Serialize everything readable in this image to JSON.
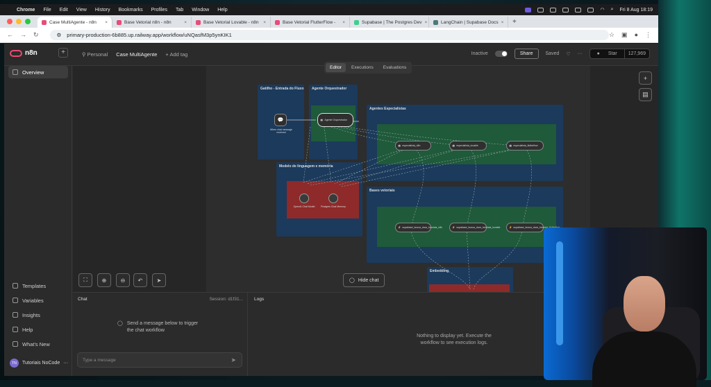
{
  "menubar": {
    "items": [
      "Chrome",
      "File",
      "Edit",
      "View",
      "History",
      "Bookmarks",
      "Profiles",
      "Tab",
      "Window",
      "Help"
    ],
    "clock": "Fri 8 Aug  18:19"
  },
  "browser": {
    "tabs": [
      {
        "label": "Case MultiAgente - n8n",
        "active": true,
        "icon": "n8n-icon"
      },
      {
        "label": "Base Vetorial n8n - n8n",
        "active": false,
        "icon": "n8n-icon"
      },
      {
        "label": "Base Vetorial Lovable - n8n",
        "active": false,
        "icon": "n8n-icon"
      },
      {
        "label": "Base Vetorial FlutterFlow -",
        "active": false,
        "icon": "n8n-icon"
      },
      {
        "label": "Supabase | The Postgres Dev",
        "active": false,
        "icon": "supabase-icon"
      },
      {
        "label": "LangChain | Supabase Docs",
        "active": false,
        "icon": "langchain-icon"
      }
    ],
    "url": "primary-production-6b885.up.railway.app/workflow/uNQasfM3p5ynKIK1"
  },
  "app": {
    "logo": "n8n",
    "breadcrumb_owner": "Personal",
    "workflow_name": "Case MultiAgente",
    "add_tag": "+ Add tag",
    "status": "Inactive",
    "share": "Share",
    "saved": "Saved",
    "github_star": "Star",
    "github_count": "127,969",
    "mode_tabs": [
      "Editor",
      "Executions",
      "Evaluations"
    ],
    "sidebar": {
      "overview": "Overview",
      "bottom": [
        "Templates",
        "Variables",
        "Insights",
        "Help",
        "What's New"
      ],
      "user_initials": "TN",
      "user_name": "Tutoriais NoCode"
    },
    "hide_chat": "Hide chat",
    "chat": {
      "title": "Chat",
      "session": "Session: d1f31...",
      "empty_line1": "Send a message below to trigger",
      "empty_line2": "the chat workflow",
      "placeholder": "Type a message"
    },
    "logs": {
      "title": "Logs",
      "empty_line1": "Nothing to display yet. Execute the",
      "empty_line2": "workflow to see execution logs."
    }
  },
  "workflow": {
    "stickies": [
      {
        "label": "Gatilho - Entrada do Fluxo"
      },
      {
        "label": "Agente Orquestrador"
      },
      {
        "label": "Agentes Especialistas"
      },
      {
        "label": "Modelo de linguagem e memória"
      },
      {
        "label": "Bases vetoriais"
      },
      {
        "label": "Embedding"
      }
    ],
    "nodes": {
      "trigger": "When chat message received",
      "orchestrator": "Agente Orquestrador",
      "specialists": [
        "especialista_n8n",
        "especialista_lovable",
        "especialista_flutterflow"
      ],
      "chat_model": "OpenAI Chat Model",
      "memory": "Postgres Chat Memory",
      "vectors": [
        "supabase_busca_docs_tutoriais_n8n",
        "supabase_busca_docs_tutoriais_lovable",
        "supabase_busca_docs_tutoriais_flutterflow"
      ]
    }
  },
  "colors": {
    "sticky_blue": "#1b3a5c",
    "green_group": "#1f5a3a",
    "red_group": "#8e2a2a",
    "accent": "#ea4b71"
  }
}
